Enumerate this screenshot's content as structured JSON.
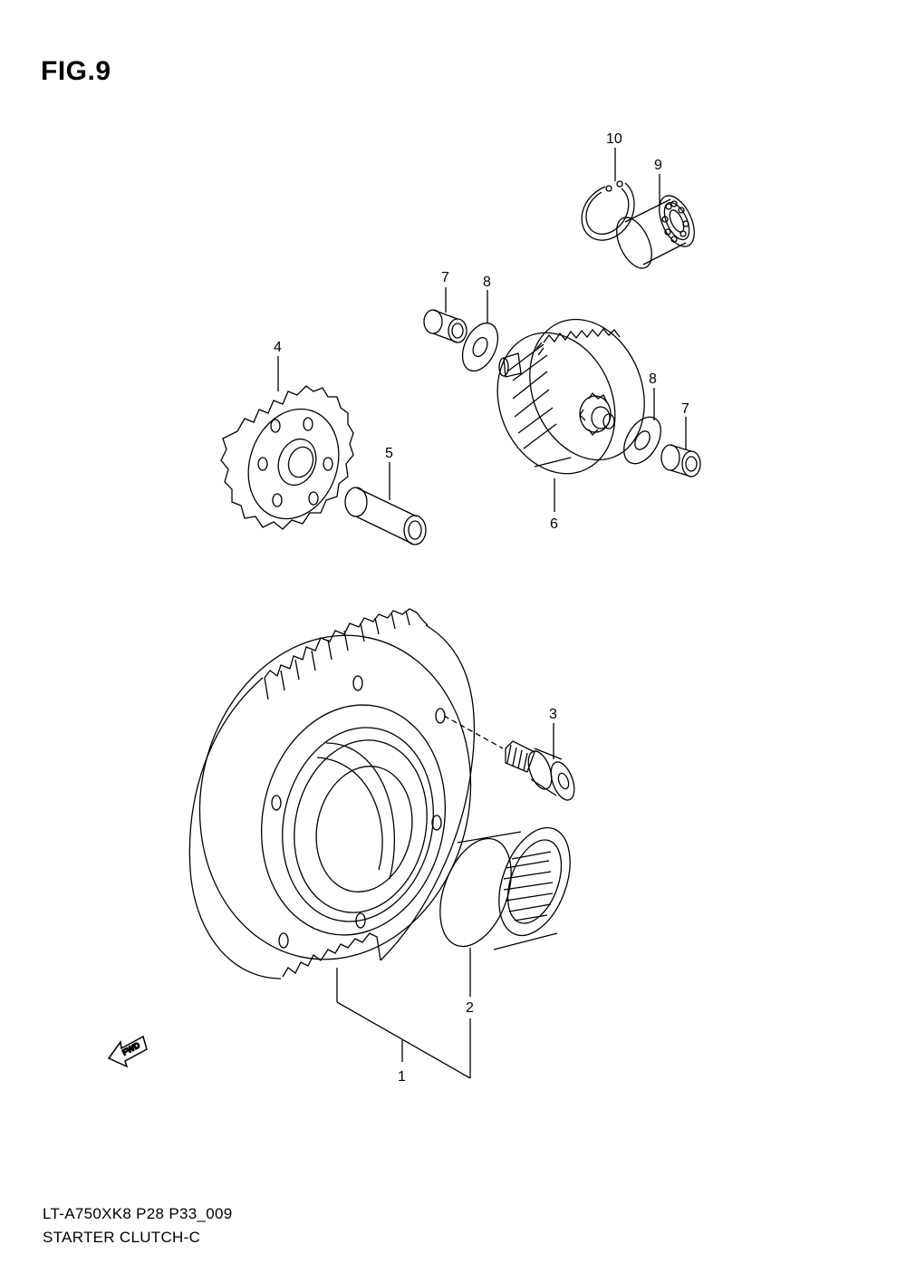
{
  "figure": {
    "title": "FIG.9"
  },
  "fwd_label": "FWD",
  "callouts": [
    {
      "id": "1",
      "label": "1"
    },
    {
      "id": "2",
      "label": "2"
    },
    {
      "id": "3",
      "label": "3"
    },
    {
      "id": "4",
      "label": "4"
    },
    {
      "id": "5",
      "label": "5"
    },
    {
      "id": "6",
      "label": "6"
    },
    {
      "id": "7a",
      "label": "7"
    },
    {
      "id": "8a",
      "label": "8"
    },
    {
      "id": "8b",
      "label": "8"
    },
    {
      "id": "7b",
      "label": "7"
    },
    {
      "id": "9",
      "label": "9"
    },
    {
      "id": "10",
      "label": "10"
    }
  ],
  "footer": {
    "model_code": "LT-A750XK8 P28 P33_009",
    "section_name": "STARTER CLUTCH-C"
  }
}
